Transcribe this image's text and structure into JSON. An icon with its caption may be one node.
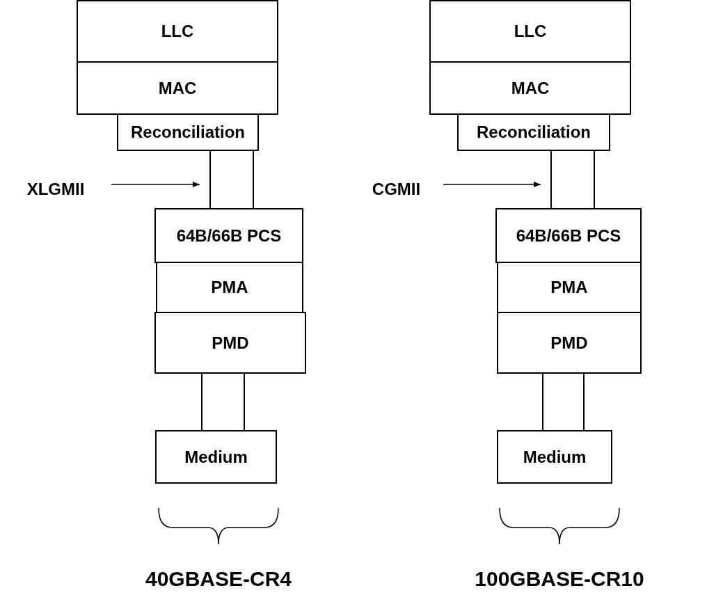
{
  "diagram": {
    "nodes": [
      {
        "text": [
          "LLC"
        ]
      },
      {
        "text": [
          "MAC"
        ]
      },
      {
        "text": [
          "Reconciliation"
        ]
      },
      {
        "text": [
          "XLGMII"
        ]
      },
      {
        "text": [],
        "shape": "box"
      },
      {
        "text": [
          "64B/66B PCS"
        ]
      },
      {
        "text": [
          "PMA"
        ]
      },
      {
        "text": [
          "PMD"
        ]
      },
      {
        "text": [],
        "shape": "box"
      },
      {
        "text": [
          "Medium"
        ]
      },
      {
        "text": [
          "LLC"
        ]
      },
      {
        "text": [
          "MAC"
        ]
      },
      {
        "text": [
          "Reconciliation"
        ]
      },
      {
        "text": [
          "CGMII"
        ]
      },
      {
        "text": [],
        "shape": "box"
      },
      {
        "text": [
          "64B/66B PCS"
        ]
      },
      {
        "text": [
          "PMA"
        ]
      },
      {
        "text": [
          "PMD"
        ]
      },
      {
        "text": [],
        "shape": "box"
      },
      {
        "text": [
          "Medium"
        ]
      }
    ],
    "edges": [
      {
        "from": 3,
        "to": 4,
        "arrow": "to"
      },
      {
        "from": 13,
        "to": 14,
        "arrow": "to"
      }
    ],
    "labels": [
      "40GBASE-CR4",
      "100GBASE-CR10"
    ]
  }
}
